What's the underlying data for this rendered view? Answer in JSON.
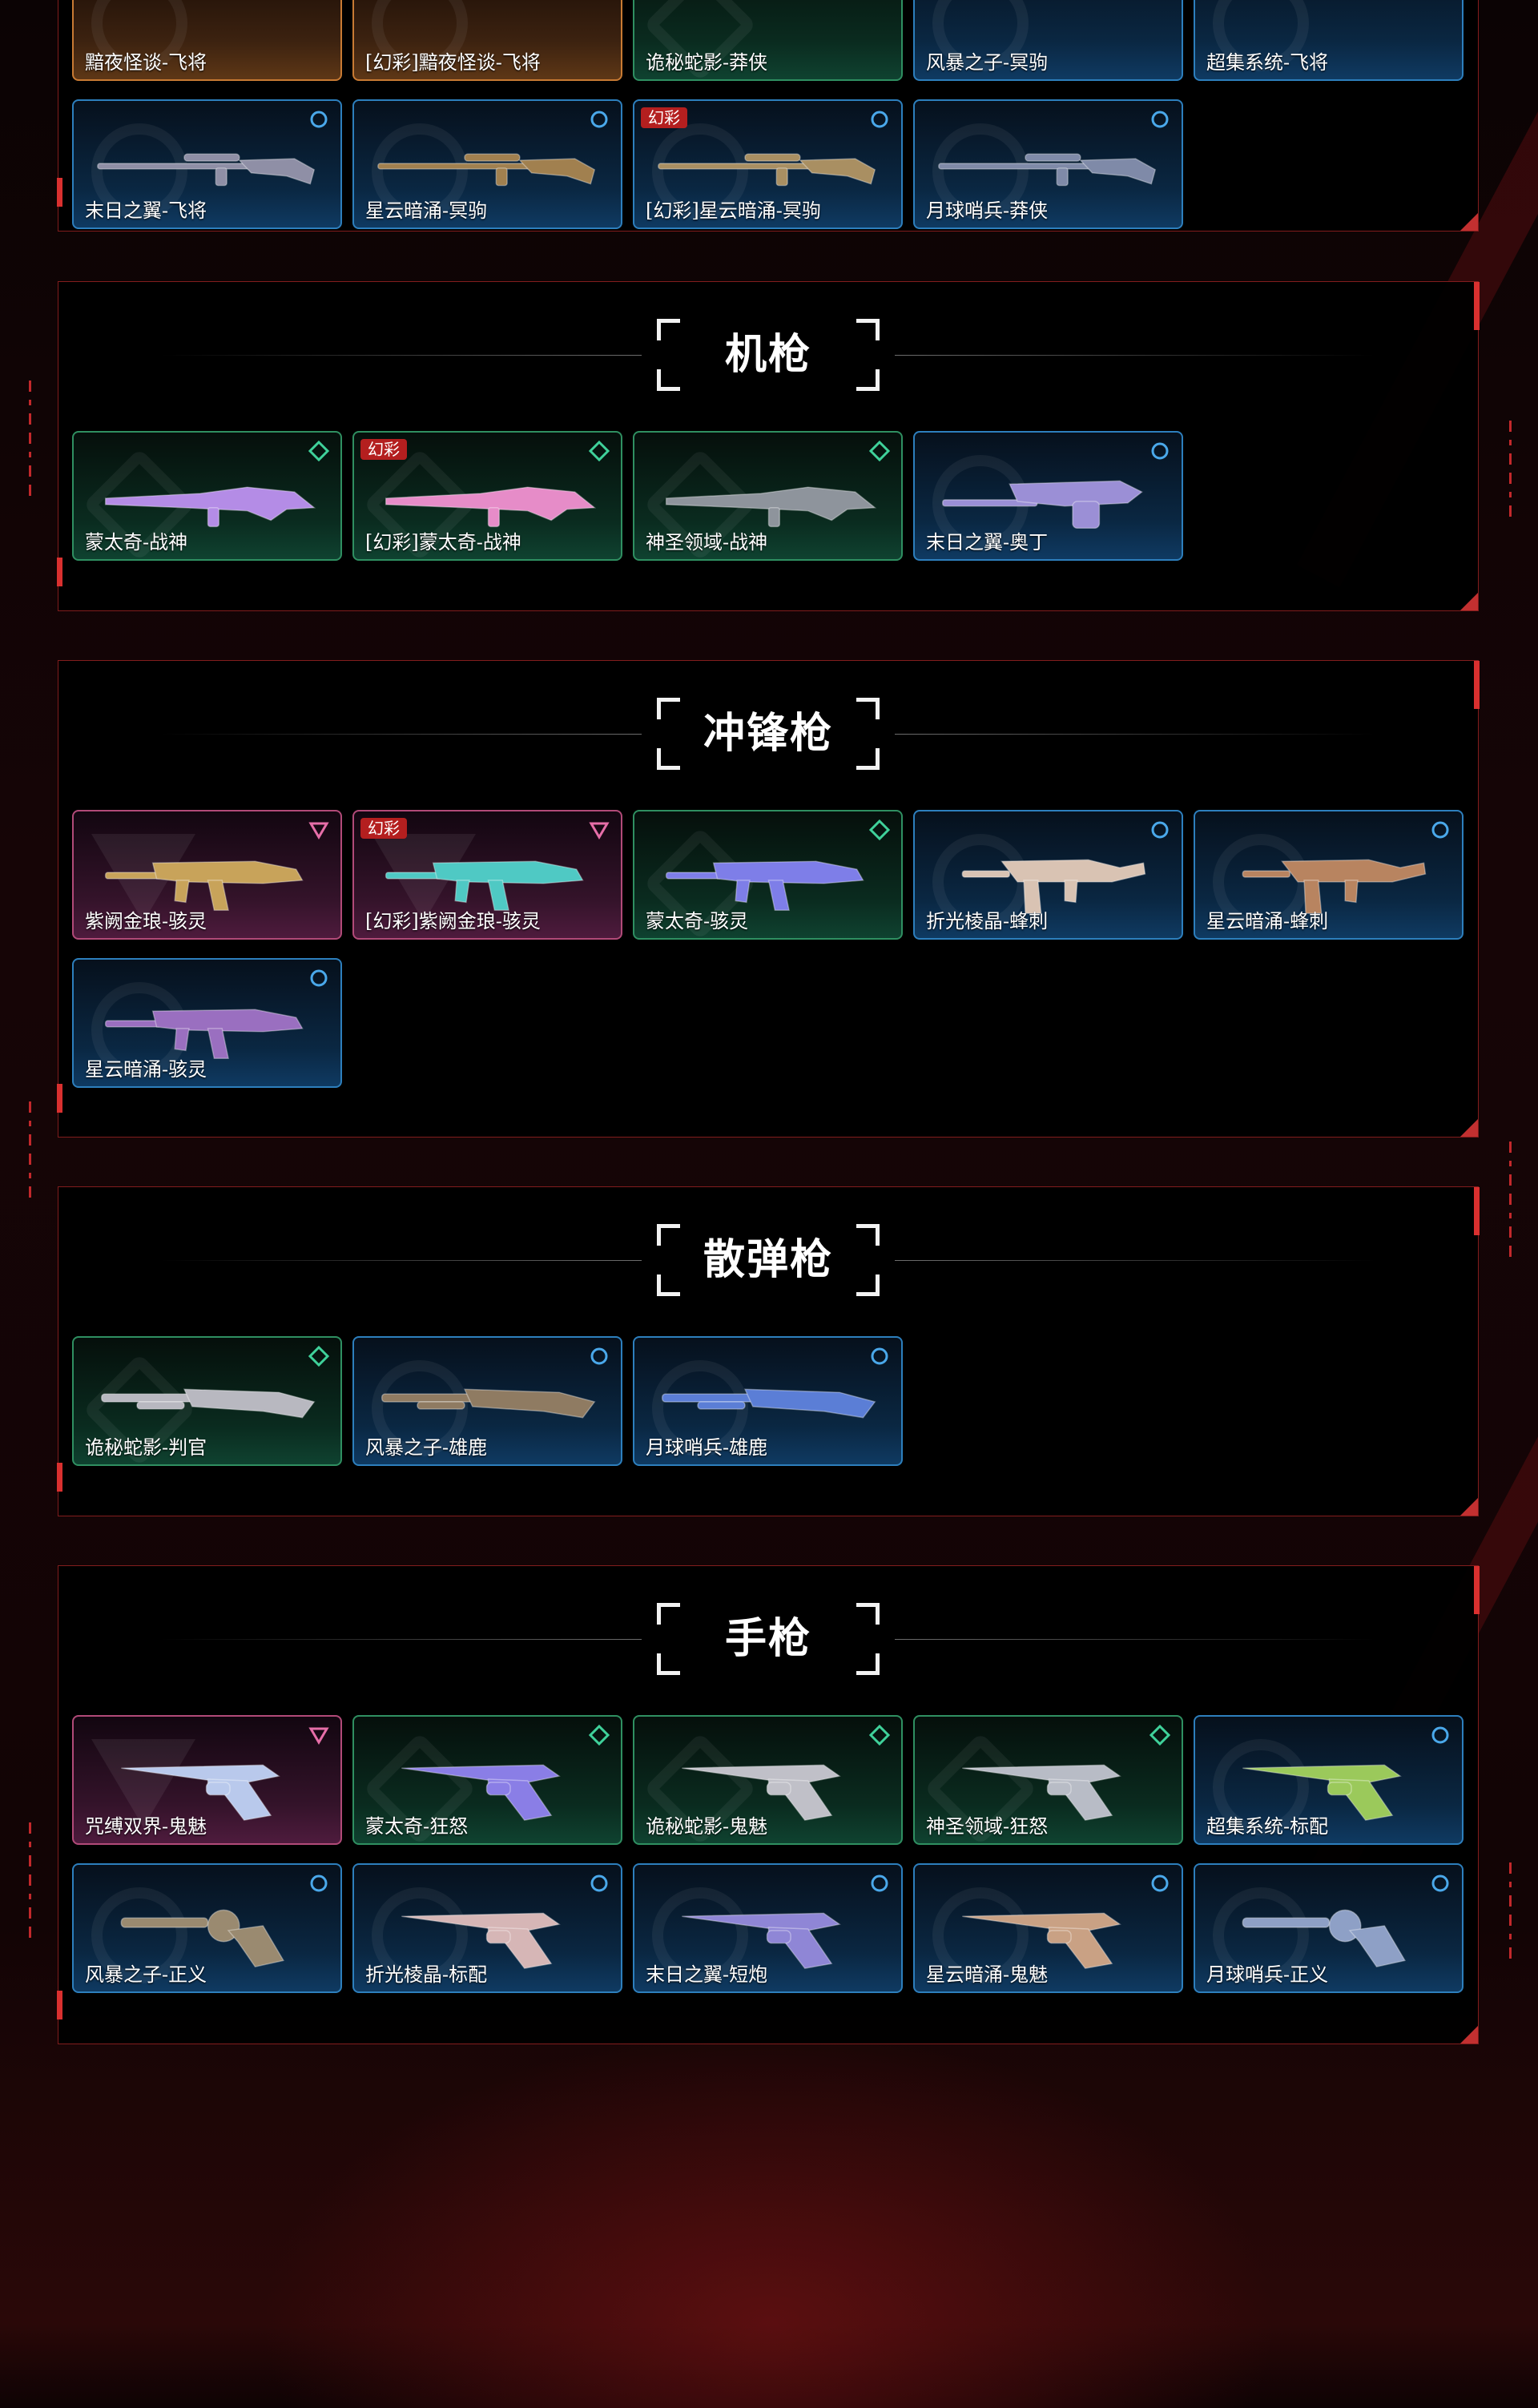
{
  "colors": {
    "accent_red": "#d9302f",
    "tier_blue": "#2d7fbd",
    "tier_green": "#2f8f61",
    "tier_pink": "#b14a78",
    "tier_orange": "#c87a33",
    "variant_badge": "#b41f1f"
  },
  "sections": [
    {
      "title": "",
      "cards": [
        {
          "name": "黯夜怪谈-飞将",
          "tier": "orange",
          "variant": false
        },
        {
          "name": "[幻彩]黯夜怪谈-飞将",
          "tier": "orange",
          "variant": false
        },
        {
          "name": "诡秘蛇影-莽侠",
          "tier": "green",
          "variant": false
        },
        {
          "name": "风暴之子-冥驹",
          "tier": "blue",
          "variant": false
        },
        {
          "name": "超集系统-飞将",
          "tier": "blue",
          "variant": false
        },
        {
          "name": "末日之翼-飞将",
          "tier": "blue",
          "variant": false,
          "weapon": "sniper",
          "tint": "#8f8fa6"
        },
        {
          "name": "星云暗涌-冥驹",
          "tier": "blue",
          "variant": false,
          "weapon": "sniper",
          "tint": "#a1804f"
        },
        {
          "name": "[幻彩]星云暗涌-冥驹",
          "tier": "blue",
          "variant": true,
          "weapon": "sniper",
          "tint": "#a98f62"
        },
        {
          "name": "月球哨兵-莽侠",
          "tier": "blue",
          "variant": false,
          "weapon": "sniper",
          "tint": "#7f8aa8"
        }
      ]
    },
    {
      "title": "机枪",
      "cards": [
        {
          "name": "蒙太奇-战神",
          "tier": "green",
          "variant": false,
          "weapon": "mg",
          "tint": "#b48ce6"
        },
        {
          "name": "[幻彩]蒙太奇-战神",
          "tier": "green",
          "variant": true,
          "weapon": "mg",
          "tint": "#e68cc8"
        },
        {
          "name": "神圣领域-战神",
          "tier": "green",
          "variant": false,
          "weapon": "mg",
          "tint": "#8e949c"
        },
        {
          "name": "末日之翼-奥丁",
          "tier": "blue",
          "variant": false,
          "weapon": "heavy",
          "tint": "#9b8fd6"
        }
      ]
    },
    {
      "title": "冲锋枪",
      "cards": [
        {
          "name": "紫阙金琅-骇灵",
          "tier": "pink",
          "variant": false,
          "weapon": "smg",
          "tint": "#c8a35a"
        },
        {
          "name": "[幻彩]紫阙金琅-骇灵",
          "tier": "pink",
          "variant": true,
          "weapon": "smg",
          "tint": "#4fc9c4"
        },
        {
          "name": "蒙太奇-骇灵",
          "tier": "green",
          "variant": false,
          "weapon": "smg",
          "tint": "#7e7ee8"
        },
        {
          "name": "折光棱晶-蜂刺",
          "tier": "blue",
          "variant": false,
          "weapon": "smg2",
          "tint": "#d9c3b3"
        },
        {
          "name": "星云暗涌-蜂刺",
          "tier": "blue",
          "variant": false,
          "weapon": "smg2",
          "tint": "#b88460"
        },
        {
          "name": "星云暗涌-骇灵",
          "tier": "blue",
          "variant": false,
          "weapon": "smg",
          "tint": "#9a6fc0"
        }
      ]
    },
    {
      "title": "散弹枪",
      "cards": [
        {
          "name": "诡秘蛇影-判官",
          "tier": "green",
          "variant": false,
          "weapon": "shotgun",
          "tint": "#b8b8c0"
        },
        {
          "name": "风暴之子-雄鹿",
          "tier": "blue",
          "variant": false,
          "weapon": "shotgun",
          "tint": "#8f7b62"
        },
        {
          "name": "月球哨兵-雄鹿",
          "tier": "blue",
          "variant": false,
          "weapon": "shotgun",
          "tint": "#5b7ed6"
        }
      ]
    },
    {
      "title": "手枪",
      "cards": [
        {
          "name": "咒缚双界-鬼魅",
          "tier": "pink",
          "variant": false,
          "weapon": "pistol",
          "tint": "#b9c9ec"
        },
        {
          "name": "蒙太奇-狂怒",
          "tier": "green",
          "variant": false,
          "weapon": "pistol",
          "tint": "#8a7ee6"
        },
        {
          "name": "诡秘蛇影-鬼魅",
          "tier": "green",
          "variant": false,
          "weapon": "pistol",
          "tint": "#c0c0c8"
        },
        {
          "name": "神圣领域-狂怒",
          "tier": "green",
          "variant": false,
          "weapon": "pistol",
          "tint": "#b8bcc6"
        },
        {
          "name": "超集系统-标配",
          "tier": "blue",
          "variant": false,
          "weapon": "pistol",
          "tint": "#9bc95b"
        },
        {
          "name": "风暴之子-正义",
          "tier": "blue",
          "variant": false,
          "weapon": "revolver",
          "tint": "#9a8a70"
        },
        {
          "name": "折光棱晶-标配",
          "tier": "blue",
          "variant": false,
          "weapon": "pistol",
          "tint": "#d6b6b6"
        },
        {
          "name": "末日之翼-短炮",
          "tier": "blue",
          "variant": false,
          "weapon": "pistol",
          "tint": "#8f86d6"
        },
        {
          "name": "星云暗涌-鬼魅",
          "tier": "blue",
          "variant": false,
          "weapon": "pistol",
          "tint": "#c9a184"
        },
        {
          "name": "月球哨兵-正义",
          "tier": "blue",
          "variant": false,
          "weapon": "revolver",
          "tint": "#8ea0c6"
        }
      ]
    }
  ],
  "variant_badge_label": "幻彩",
  "icons": {
    "orange": "tier-orange-icon",
    "green": "tier-green-icon",
    "blue": "tier-blue-icon",
    "pink": "tier-pink-icon"
  }
}
